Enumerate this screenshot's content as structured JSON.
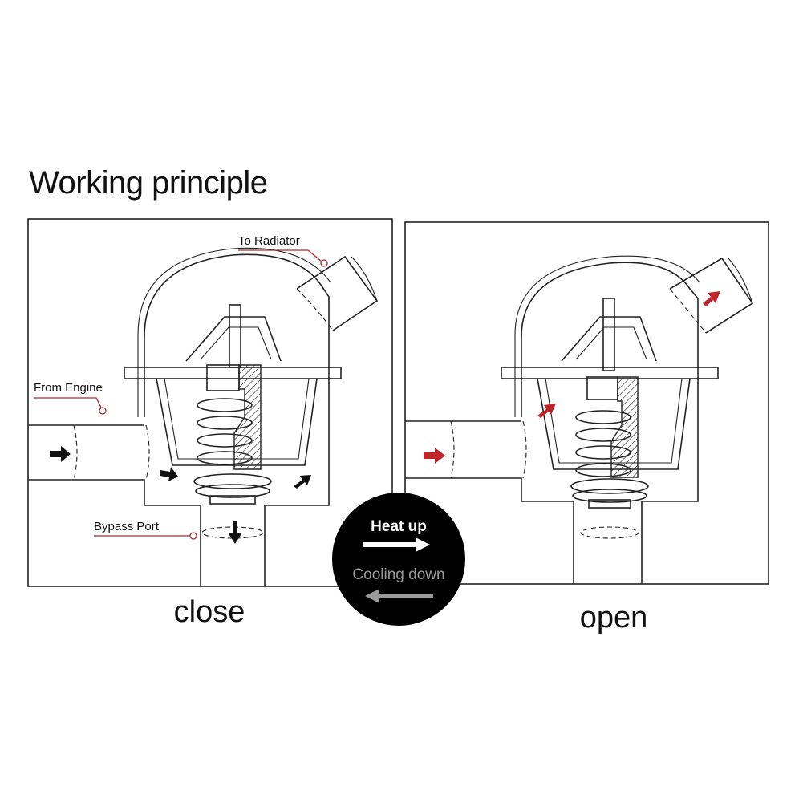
{
  "title": "Working principle",
  "labels": {
    "to_radiator": "To Radiator",
    "from_engine": "From Engine",
    "bypass_port": "Bypass Port"
  },
  "states": {
    "close": "close",
    "open": "open"
  },
  "legend": {
    "heat_up": "Heat up",
    "cooling_down": "Cooling down"
  },
  "colors": {
    "flow_closed": "#111111",
    "flow_open": "#c0252b",
    "leader_line": "#b0282c",
    "legend_bg": "#000000",
    "heat_arrow": "#ffffff",
    "cool_arrow": "#9a9a9a"
  }
}
